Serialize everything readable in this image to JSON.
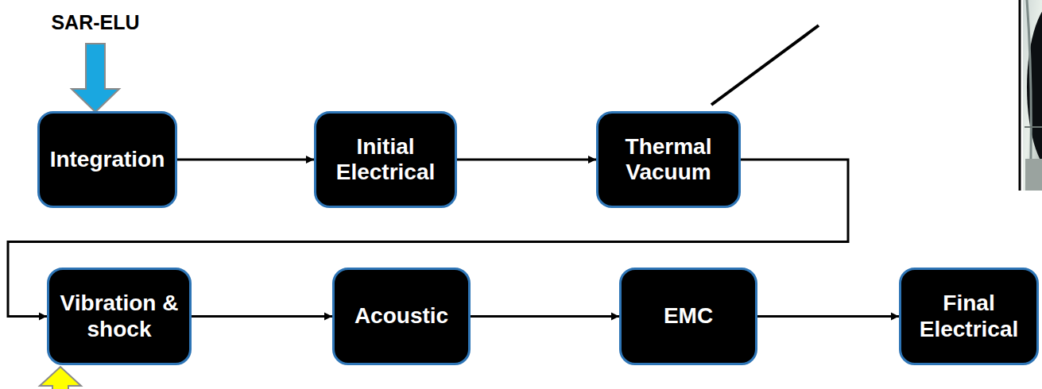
{
  "diagram": {
    "nodes": [
      {
        "text": [
          "Integration"
        ]
      },
      {
        "text": [
          "Initial Electrical"
        ]
      },
      {
        "text": [
          "Thermal Vacuum"
        ]
      },
      {
        "text": [
          "Vibration & shock"
        ]
      },
      {
        "text": [
          "Acoustic"
        ]
      },
      {
        "text": [
          "EMC"
        ]
      },
      {
        "text": [
          "Final Electrical"
        ]
      }
    ],
    "edges": [
      {
        "from": 0,
        "to": 1,
        "arrow": "to"
      },
      {
        "from": 1,
        "to": 2,
        "arrow": "to"
      },
      {
        "from": 2,
        "to": 3,
        "arrow": "to"
      },
      {
        "from": 3,
        "to": 4,
        "arrow": "to"
      },
      {
        "from": 4,
        "to": 5,
        "arrow": "to"
      },
      {
        "from": 5,
        "to": 6,
        "arrow": "to"
      }
    ],
    "labels": [
      "SAR-ELU"
    ]
  }
}
